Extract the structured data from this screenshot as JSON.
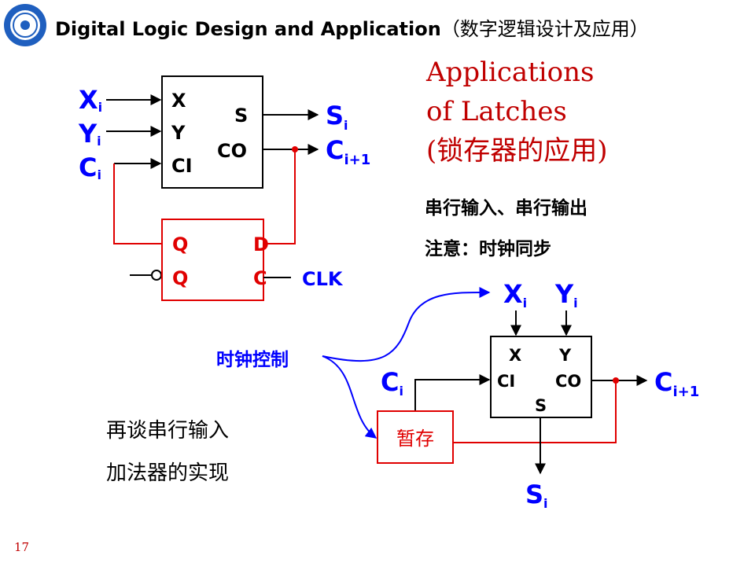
{
  "header": {
    "title": "Digital Logic Design and Application",
    "title_cn": "（数字逻辑设计及应用）"
  },
  "slide_heading": {
    "line1": "Applications",
    "line2": "of Latches",
    "line3": "(锁存器的应用)"
  },
  "notes": {
    "serial": "串行输入、串行输出",
    "sync": "注意：时钟同步"
  },
  "remark": {
    "line1": "再谈串行输入",
    "line2": "加法器的实现"
  },
  "page_number": "17",
  "diagram1": {
    "adder_ports": {
      "x": "X",
      "y": "Y",
      "ci": "CI",
      "s": "S",
      "co": "CO"
    },
    "inputs": {
      "x": "X",
      "y": "Y",
      "c": "C",
      "sub": "i"
    },
    "outputs": {
      "s": "S",
      "s_sub": "i",
      "c": "C",
      "c_sub": "i+1"
    },
    "latch_ports": {
      "q": "Q",
      "q_bar": "Q",
      "d": "D",
      "c": "C"
    },
    "clk": "CLK"
  },
  "diagram2": {
    "clock_control": "时钟控制",
    "register": "暂存",
    "adder_ports": {
      "x": "X",
      "y": "Y",
      "ci": "CI",
      "co": "CO",
      "s": "S"
    },
    "inputs": {
      "x": "X",
      "y": "Y",
      "c": "C",
      "sub": "i"
    },
    "outputs": {
      "c": "C",
      "c_sub": "i+1",
      "s": "S",
      "s_sub": "i"
    }
  },
  "colors": {
    "blue": "#0000ff",
    "red": "#e00000",
    "heading_red": "#c00000",
    "black": "#000000"
  }
}
